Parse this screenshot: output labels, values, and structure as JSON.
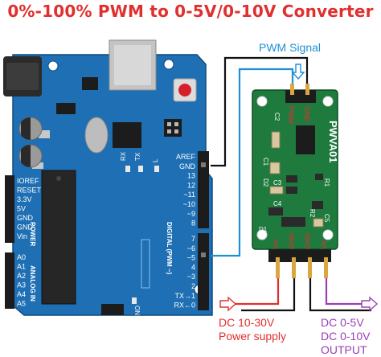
{
  "title": "0%-100% PWM to 0-5V/0-10V Converter",
  "labels": {
    "pwm_signal": "PWM Signal",
    "power_voltage": "DC 10-30V",
    "power_text": "Power supply",
    "output_1": "DC 0-5V",
    "output_2": "DC 0-10V",
    "output_3": "OUTPUT"
  },
  "arduino": {
    "left_header_top": [
      "IOREF",
      "RESET",
      "3.3V",
      "5V",
      "GND",
      "GND",
      "Vin"
    ],
    "left_header_bottom": [
      "A0",
      "A1",
      "A2",
      "A3",
      "A4",
      "A5"
    ],
    "power_group": "POWER",
    "analog_group": "ANALOG IN",
    "right_header_top": [
      "AREF",
      "GND",
      "13",
      "12",
      "~11",
      "~10",
      "~9",
      "8"
    ],
    "right_header_bottom": [
      "7",
      "~6",
      "~5",
      "4",
      "~3",
      "2",
      "TX→1",
      "RX←0"
    ],
    "digital_group": "DIGITAL (PWM ~)",
    "rx": "RX",
    "tx": "TX",
    "l": "L",
    "on": "ON"
  },
  "module": {
    "name": "PWVA01",
    "top_pins": [
      "PWM",
      "GND"
    ],
    "bottom_pins": [
      "Vin",
      "GND",
      "GND",
      "Vo"
    ],
    "components": [
      "C2",
      "C3",
      "C4",
      "C5",
      "D1",
      "D2",
      "R1",
      "R2",
      "C1"
    ]
  },
  "colors": {
    "title": "#e0302e",
    "pwm_wire": "#1f8fd6",
    "gnd_wire": "#111111",
    "power": "#e0302e",
    "output": "#9b3fb5",
    "board_blue": "#1e6fb3",
    "module_green": "#1f7a3e"
  }
}
